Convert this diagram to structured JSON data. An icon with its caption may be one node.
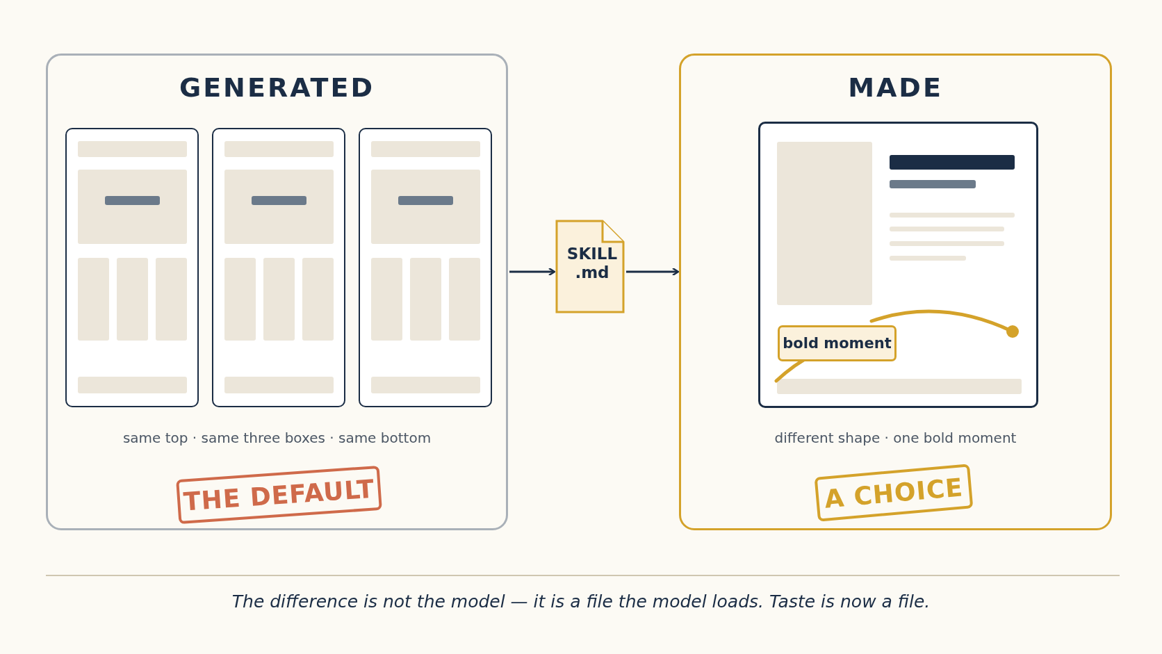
{
  "diagram": {
    "caption": "The difference is not the model — it is a file the model loads. Taste is now a file.",
    "nodes": [
      {
        "text": [
          "GENERATED",
          "same top · same three boxes · same bottom"
        ]
      },
      {
        "text": [],
        "shape": "box",
        "in": 0
      },
      {
        "text": [],
        "shape": "box",
        "in": 0
      },
      {
        "text": [],
        "shape": "box",
        "in": 0
      },
      {
        "text": [
          "THE DEFAULT"
        ],
        "in": 0
      },
      {
        "text": [
          "SKILL .md"
        ]
      },
      {
        "text": [
          "MADE",
          "different shape · one bold moment"
        ]
      },
      {
        "text": [],
        "shape": "box",
        "in": 6
      },
      {
        "text": [
          "bold moment"
        ],
        "in": 7
      },
      {
        "text": [
          "A CHOICE"
        ],
        "in": 6
      }
    ],
    "edges": [
      {
        "from": 0,
        "to": 5,
        "arrow": "to"
      },
      {
        "from": 5,
        "to": 6,
        "arrow": "to"
      }
    ]
  }
}
